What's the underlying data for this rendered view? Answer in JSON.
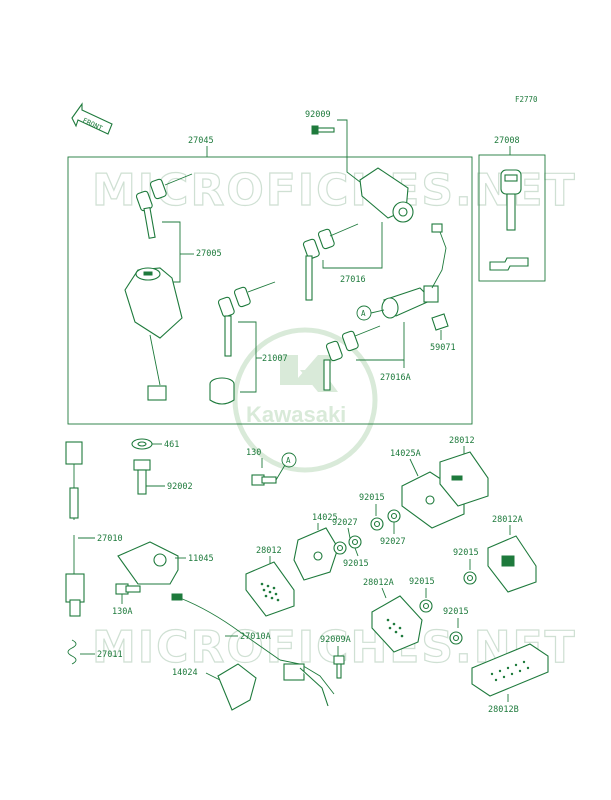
{
  "figure_code": "F2770",
  "front_label": "FRONT",
  "watermark_text": "MICROFICHES.NET",
  "logo_text": "Kawasaki",
  "colors": {
    "ink": "#1e7a3c",
    "watermark": "#cfe0d3",
    "logo": "#d9ead9"
  },
  "labels": {
    "p92009": "92009",
    "p27045": "27045",
    "p27008": "27008",
    "p27005": "27005",
    "p27016": "27016",
    "p21007": "21007",
    "p59071": "59071",
    "p27016A": "27016A",
    "callout_a": "A",
    "p461": "461",
    "p130": "130",
    "p92002": "92002",
    "p14025A": "14025A",
    "p28012": "28012",
    "p92015a": "92015",
    "p14025": "14025",
    "p92027a": "92027",
    "p92027b": "92027",
    "p92015b": "92015",
    "p28012A": "28012A",
    "p27010": "27010",
    "p11045": "11045",
    "p28012b": "28012",
    "p92015c": "92015",
    "p28012A2": "28012A",
    "p92015d": "92015",
    "p130A": "130A",
    "p27010A": "27010A",
    "p92015e": "92015",
    "p92009A": "92009A",
    "p27011": "27011",
    "p14024": "14024",
    "p28012B": "28012B"
  }
}
